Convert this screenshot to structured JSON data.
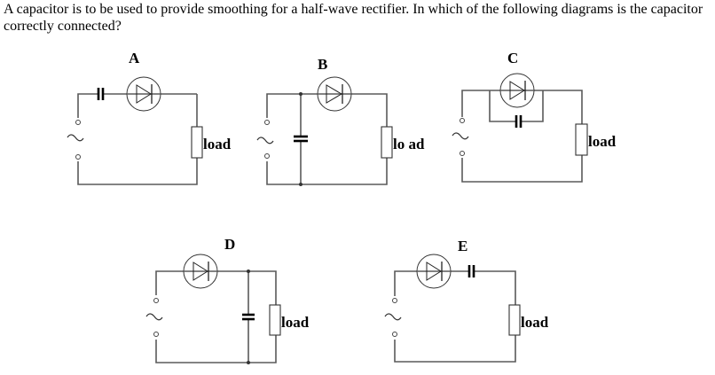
{
  "question": {
    "text": "A capacitor is to be used to provide smoothing for a half-wave rectifier. In which of the following diagrams is the capacitor correctly connected?"
  },
  "diagrams": [
    {
      "id": "A",
      "label": "A",
      "load_label": "load",
      "capacitor_position": "in series before diode"
    },
    {
      "id": "B",
      "label": "B",
      "load_label": "lo ad",
      "capacitor_position": "parallel with AC source"
    },
    {
      "id": "C",
      "label": "C",
      "load_label": "load",
      "capacitor_position": "parallel with diode"
    },
    {
      "id": "D",
      "label": "D",
      "load_label": "load",
      "capacitor_position": "parallel with load"
    },
    {
      "id": "E",
      "label": "E",
      "load_label": "load",
      "capacitor_position": "in series after diode"
    }
  ]
}
